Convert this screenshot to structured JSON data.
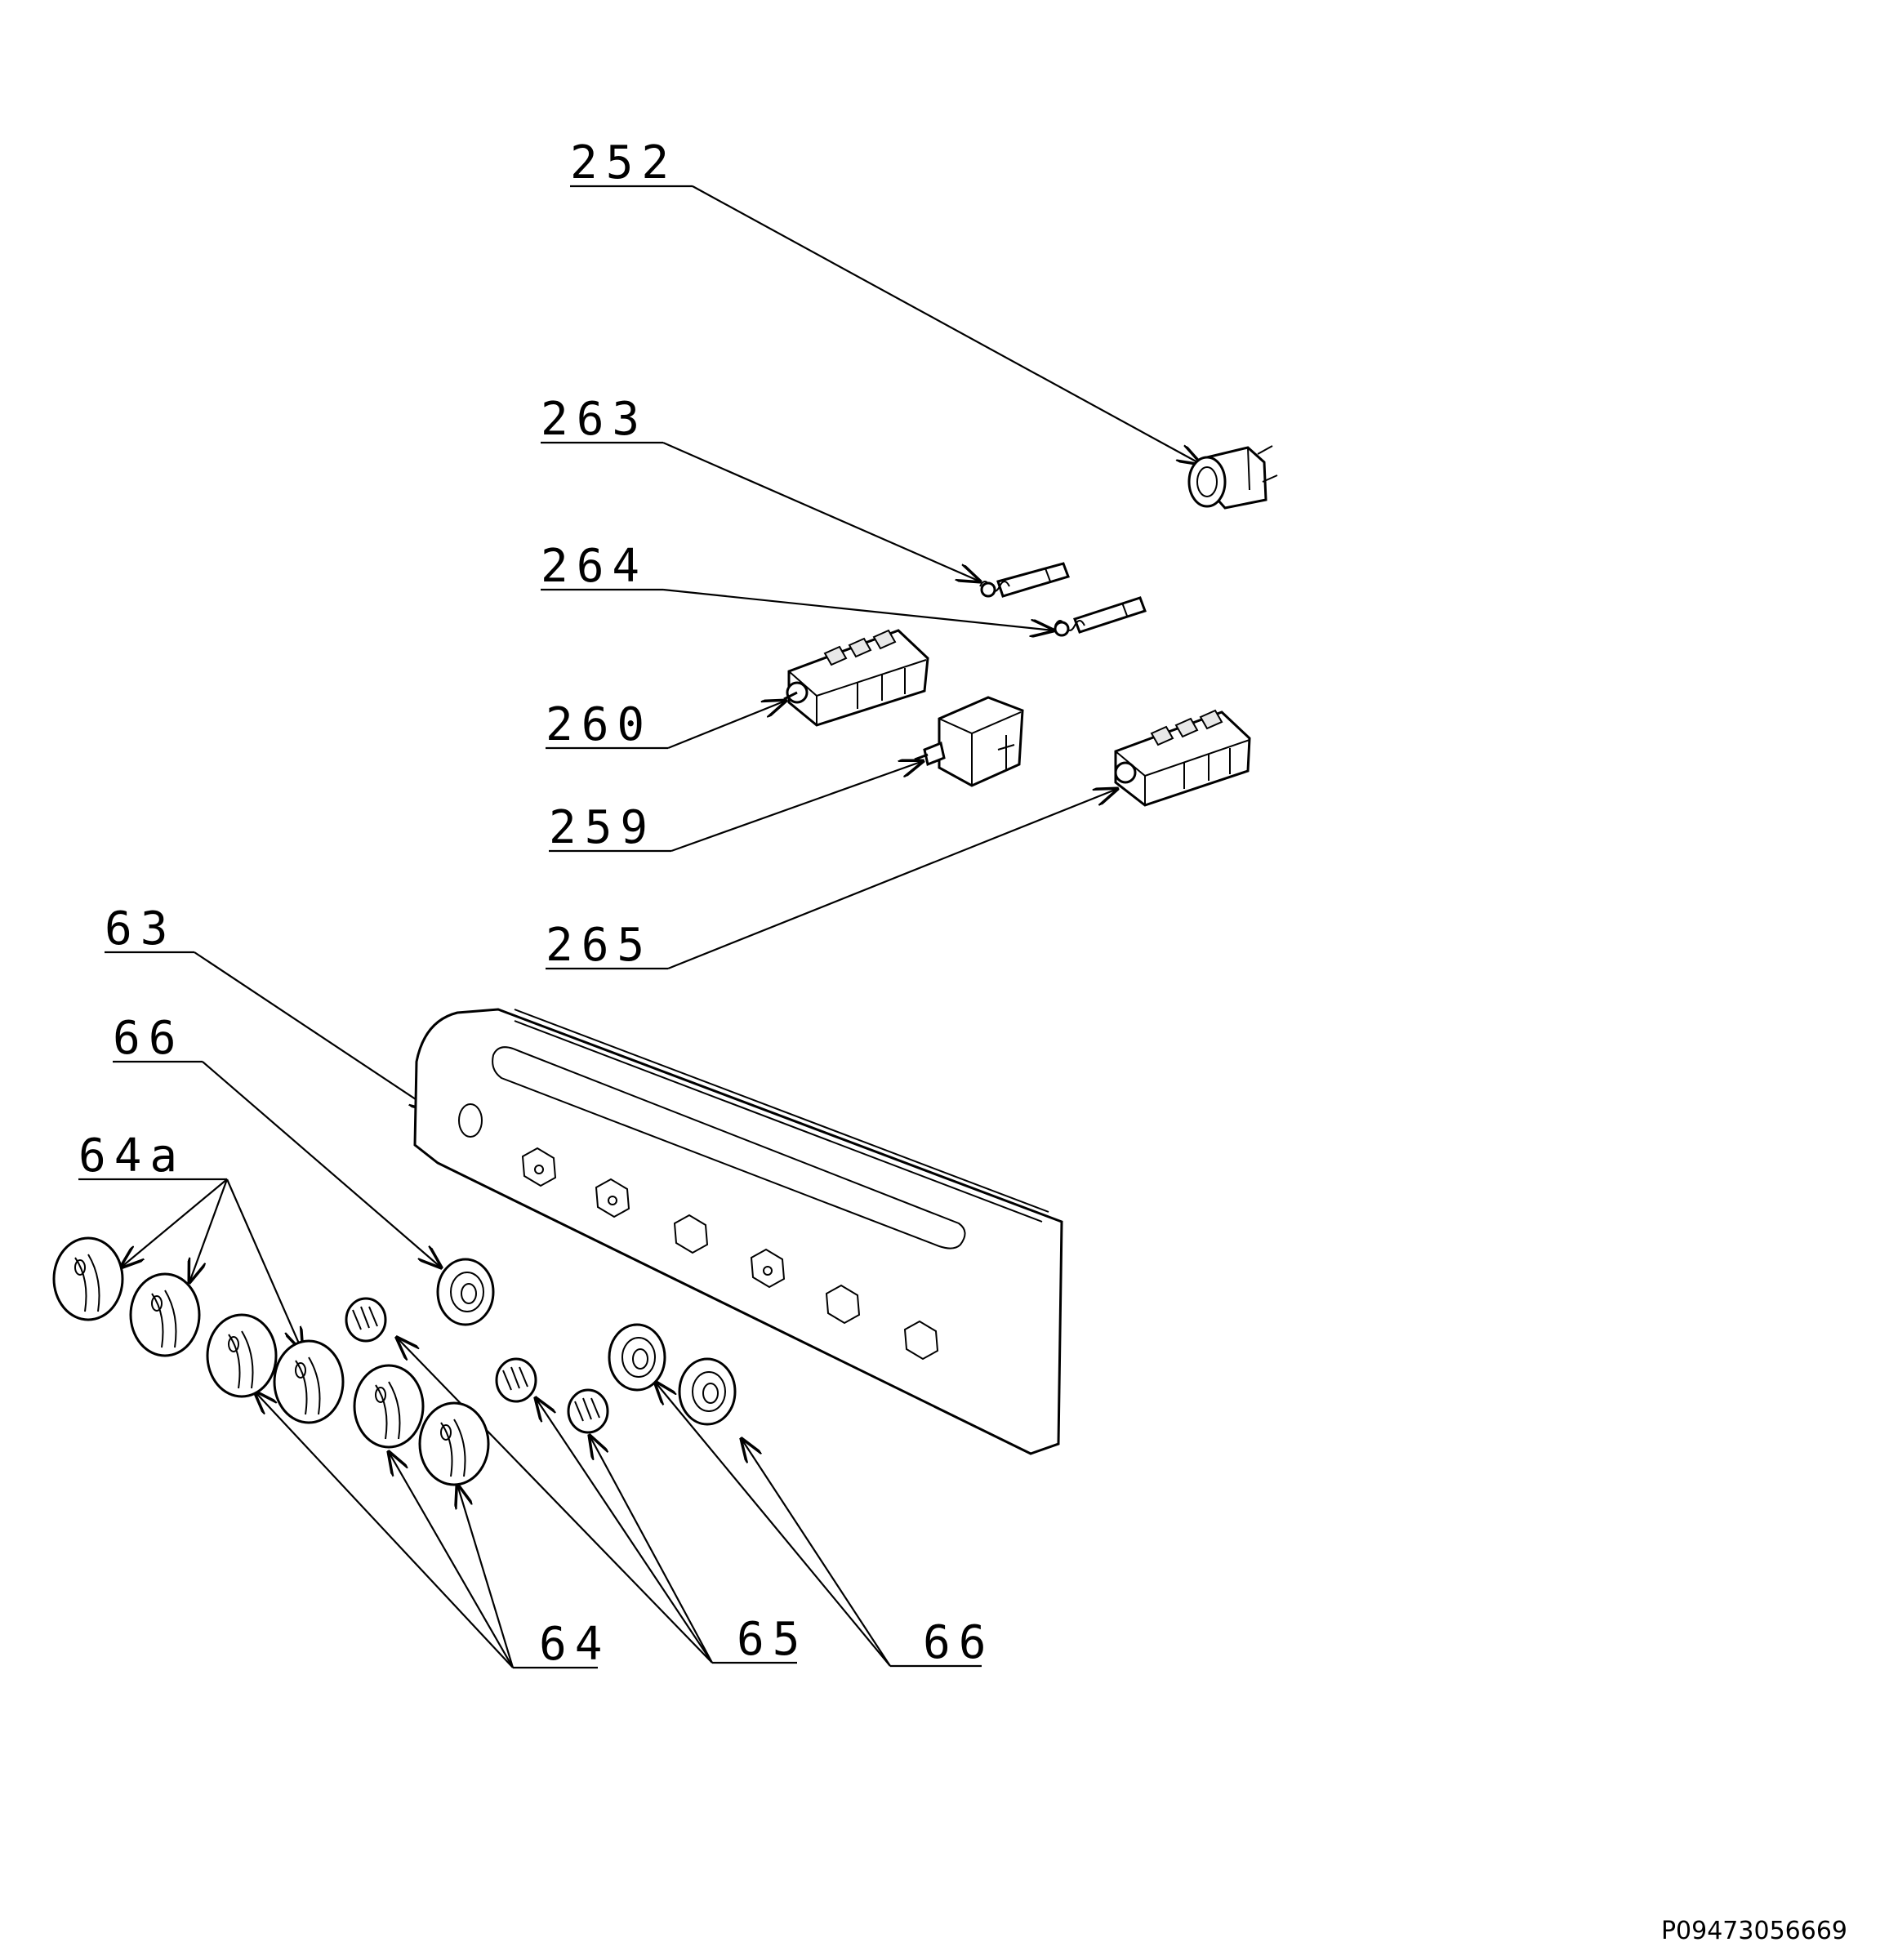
{
  "labels": {
    "l252": "252",
    "l263": "263",
    "l264": "264",
    "l260": "260",
    "l259": "259",
    "l265": "265",
    "l63": "63",
    "l66_top": "66",
    "l64a": "64a",
    "l64": "64",
    "l65": "65",
    "l66_bottom": "66"
  },
  "reference_code": "P09473056669"
}
